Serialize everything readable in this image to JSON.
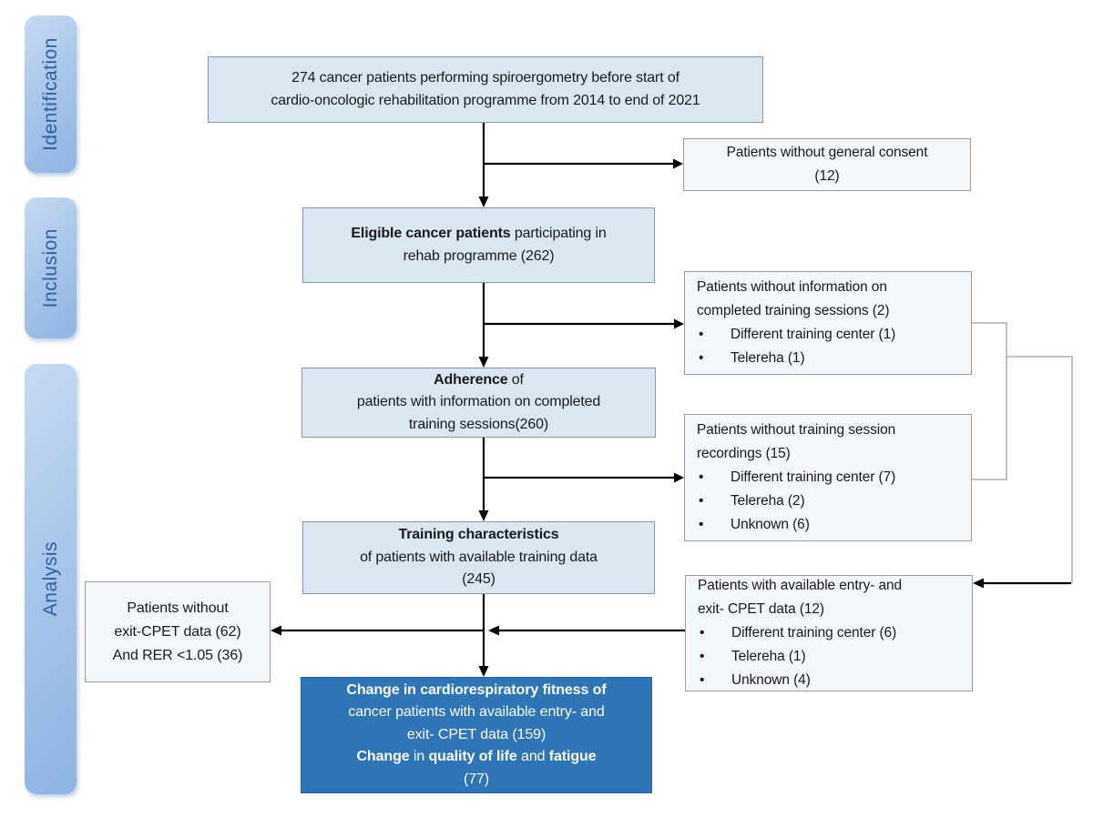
{
  "bullet_char": "•",
  "colors": {
    "flow_box_fill": "#dae7f3",
    "flow_box_border": "#8699a9",
    "side_box_fill": "#f2f7fb",
    "side_box_border": "#9c9c9c",
    "final_box_fill": "#2e75b6",
    "final_box_text": "#ffffff",
    "stage_bar_gradient_start": "#c6dbf2",
    "stage_bar_gradient_end": "#8db4e4",
    "stage_label_color": "#2e5fa3",
    "arrow_color": "#000000",
    "connector_color": "#9d9d9d"
  },
  "stages": [
    {
      "label": "Identification"
    },
    {
      "label": "Inclusion"
    },
    {
      "label": "Analysis"
    }
  ],
  "boxes": {
    "start": {
      "lines": [
        {
          "seg": [
            {
              "t": "274 cancer patients performing spiroergometry before start of"
            }
          ]
        },
        {
          "seg": [
            {
              "t": "cardio-oncologic rehabilitation programme from 2014 to end of 2021"
            }
          ]
        }
      ]
    },
    "eligible": {
      "lines": [
        {
          "seg": [
            {
              "t": "Eligible cancer patients",
              "b": true
            },
            {
              "t": " participating in"
            }
          ]
        },
        {
          "seg": [
            {
              "t": "rehab programme (262)"
            }
          ]
        }
      ]
    },
    "adherence": {
      "lines": [
        {
          "seg": [
            {
              "t": "Adherence",
              "b": true
            },
            {
              "t": " of"
            }
          ]
        },
        {
          "seg": [
            {
              "t": "patients with information on completed"
            }
          ]
        },
        {
          "seg": [
            {
              "t": "training sessions(260)"
            }
          ]
        }
      ]
    },
    "training": {
      "lines": [
        {
          "seg": [
            {
              "t": "Training characteristics",
              "b": true
            }
          ]
        },
        {
          "seg": [
            {
              "t": "of patients with available training data"
            }
          ]
        },
        {
          "seg": [
            {
              "t": "(245)"
            }
          ]
        }
      ]
    },
    "final": {
      "lines": [
        {
          "seg": [
            {
              "t": "Change in cardiorespiratory fitness of",
              "b": true
            }
          ]
        },
        {
          "seg": [
            {
              "t": "cancer patients with available entry- and"
            }
          ]
        },
        {
          "seg": [
            {
              "t": "exit- CPET data (159)"
            }
          ]
        },
        {
          "seg": [
            {
              "t": "Change",
              "b": true
            },
            {
              "t": " in "
            },
            {
              "t": "quality of life",
              "b": true
            },
            {
              "t": " and "
            },
            {
              "t": "fatigue",
              "b": true
            }
          ]
        },
        {
          "seg": [
            {
              "t": "(77)"
            }
          ]
        }
      ]
    },
    "consent": {
      "lines": [
        {
          "seg": [
            {
              "t": "Patients without general consent"
            }
          ]
        },
        {
          "seg": [
            {
              "t": "(12)"
            }
          ]
        }
      ]
    },
    "no_info": {
      "lines": [
        {
          "seg": [
            {
              "t": "Patients without information on"
            }
          ]
        },
        {
          "seg": [
            {
              "t": "completed training sessions (2)"
            }
          ]
        },
        {
          "bullet": true,
          "seg": [
            {
              "t": "Different training center (1)"
            }
          ]
        },
        {
          "bullet": true,
          "seg": [
            {
              "t": "Telereha (1)"
            }
          ]
        }
      ]
    },
    "no_recordings": {
      "lines": [
        {
          "seg": [
            {
              "t": "Patients without training session"
            }
          ]
        },
        {
          "seg": [
            {
              "t": "recordings (15)"
            }
          ]
        },
        {
          "bullet": true,
          "seg": [
            {
              "t": "Different training center (7)"
            }
          ]
        },
        {
          "bullet": true,
          "seg": [
            {
              "t": "Telereha (2)"
            }
          ]
        },
        {
          "bullet": true,
          "seg": [
            {
              "t": "Unknown (6)"
            }
          ]
        }
      ]
    },
    "entry_exit": {
      "lines": [
        {
          "seg": [
            {
              "t": "Patients with available entry- and"
            }
          ]
        },
        {
          "seg": [
            {
              "t": "exit- CPET data (12)"
            }
          ]
        },
        {
          "bullet": true,
          "seg": [
            {
              "t": "Different training center (6)"
            }
          ]
        },
        {
          "bullet": true,
          "seg": [
            {
              "t": "Telereha (1)"
            }
          ]
        },
        {
          "bullet": true,
          "seg": [
            {
              "t": "Unknown (4)"
            }
          ]
        }
      ]
    },
    "no_exit": {
      "lines": [
        {
          "seg": [
            {
              "t": "Patients without"
            }
          ]
        },
        {
          "seg": [
            {
              "t": "exit-CPET data (62)"
            }
          ]
        },
        {
          "seg": [
            {
              "t": "And RER <1.05 (36)"
            }
          ]
        }
      ]
    }
  }
}
